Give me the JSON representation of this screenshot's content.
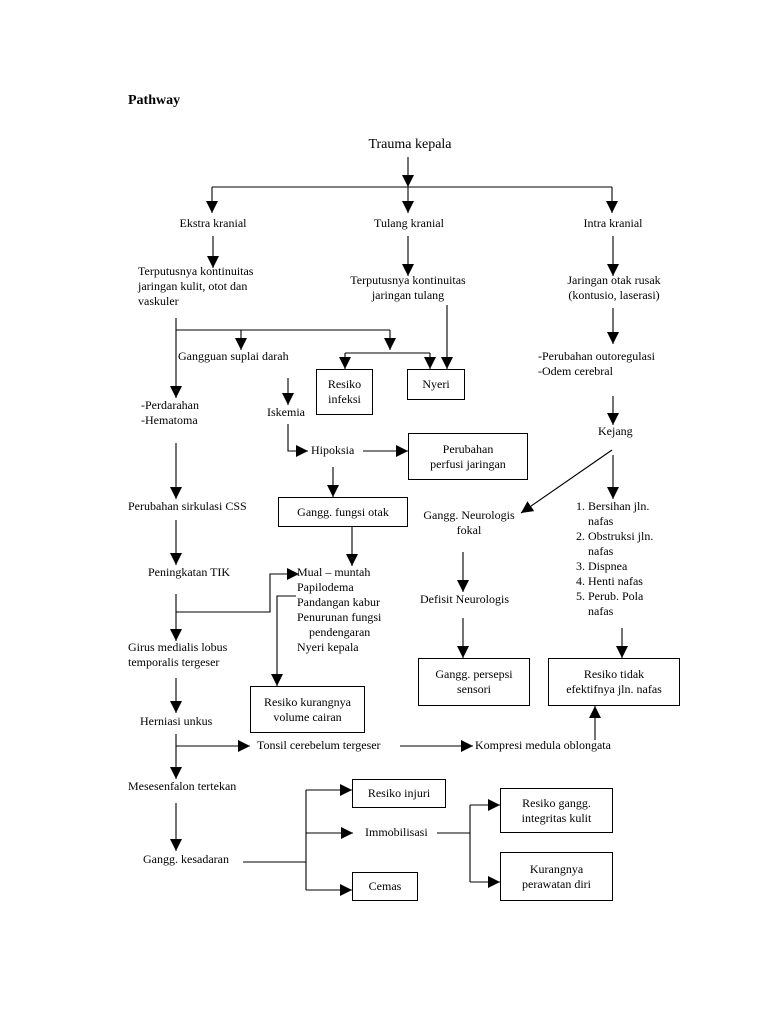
{
  "heading": "Pathway",
  "colors": {
    "ink": "#000000",
    "paper": "#ffffff"
  },
  "nodes": {
    "trauma_kepala": "Trauma kepala",
    "ekstra_kranial": "Ekstra kranial",
    "tulang_kranial": "Tulang kranial",
    "intra_kranial": "Intra kranial",
    "putus_kulit": [
      "Terputusnya kontinuitas",
      "jaringan kulit, otot dan",
      "vaskuler"
    ],
    "putus_tulang": [
      "Terputusnya kontinuitas",
      "jaringan tulang"
    ],
    "otak_rusak": [
      "Jaringan otak rusak",
      "(kontusio, laserasi)"
    ],
    "gangguan_suplai": "Gangguan suplai darah",
    "resiko_infeksi": [
      "Resiko",
      "infeksi"
    ],
    "nyeri": "Nyeri",
    "perdarahan": [
      "-Perdarahan",
      "-Hematoma"
    ],
    "iskemia": "Iskemia",
    "hipoksia": "Hipoksia",
    "perfusi": [
      "Perubahan",
      "perfusi jaringan"
    ],
    "autoregulasi": [
      "-Perubahan outoregulasi",
      "-Odem cerebral"
    ],
    "kejang": "Kejang",
    "sirkulasi_css": "Perubahan sirkulasi CSS",
    "fungsi_otak": "Gangg. fungsi otak",
    "neurologis_fokal": [
      "Gangg. Neurologis",
      "fokal"
    ],
    "jalan_nafas_list": [
      "1. Bersihan jln.",
      "nafas",
      "2. Obstruksi jln.",
      "nafas",
      "3. Dispnea",
      "4. Henti nafas",
      "5. Perub. Pola",
      "nafas"
    ],
    "peningkatan_tik": "Peningkatan TIK",
    "gejala": [
      "Mual – muntah",
      "Papilodema",
      "Pandangan kabur",
      "Penurunan fungsi",
      "pendengaran",
      "Nyeri kepala"
    ],
    "defisit_neurologis": "Defisit Neurologis",
    "girus": [
      "Girus medialis lobus",
      "temporalis tergeser"
    ],
    "persepsi": [
      "Gangg. persepsi",
      "sensori"
    ],
    "resiko_nafas": [
      "Resiko tidak",
      "efektifnya jln. nafas"
    ],
    "resiko_cairan": [
      "Resiko kurangnya",
      "volume cairan"
    ],
    "herniasi": "Herniasi unkus",
    "tonsil": "Tonsil cerebelum tergeser",
    "kompresi": "Kompresi medula oblongata",
    "mesesenfalon": "Mesesenfalon tertekan",
    "resiko_injuri": "Resiko injuri",
    "immobilisasi": "Immobilisasi",
    "integritas": [
      "Resiko gangg.",
      "integritas kulit"
    ],
    "kesadaran": "Gangg. kesadaran",
    "cemas": "Cemas",
    "perawatan": [
      "Kurangnya",
      "perawatan diri"
    ]
  }
}
